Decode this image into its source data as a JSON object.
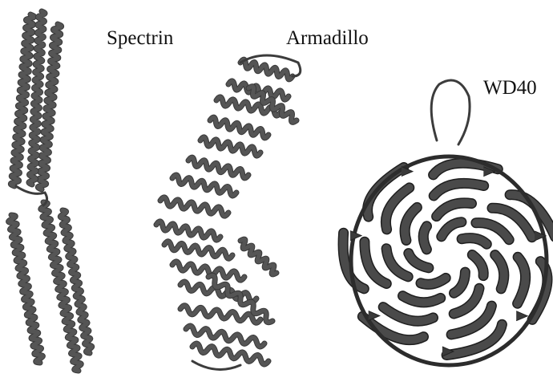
{
  "labels": {
    "spectrin": "Spectrin",
    "armadillo": "Armadillo",
    "wd40": "WD40"
  },
  "structures": [
    {
      "name": "Spectrin",
      "fold": "triple-helical coiled-coil repeats",
      "icon": "protein-ribbon"
    },
    {
      "name": "Armadillo",
      "fold": "superhelix of alpha-helical repeats",
      "icon": "protein-ribbon"
    },
    {
      "name": "WD40",
      "fold": "beta-propeller",
      "icon": "protein-ribbon"
    }
  ],
  "colors": {
    "background": "#ffffff",
    "ribbon": "#555555",
    "ribbon_edge": "#1f1f1f",
    "text": "#111111"
  }
}
